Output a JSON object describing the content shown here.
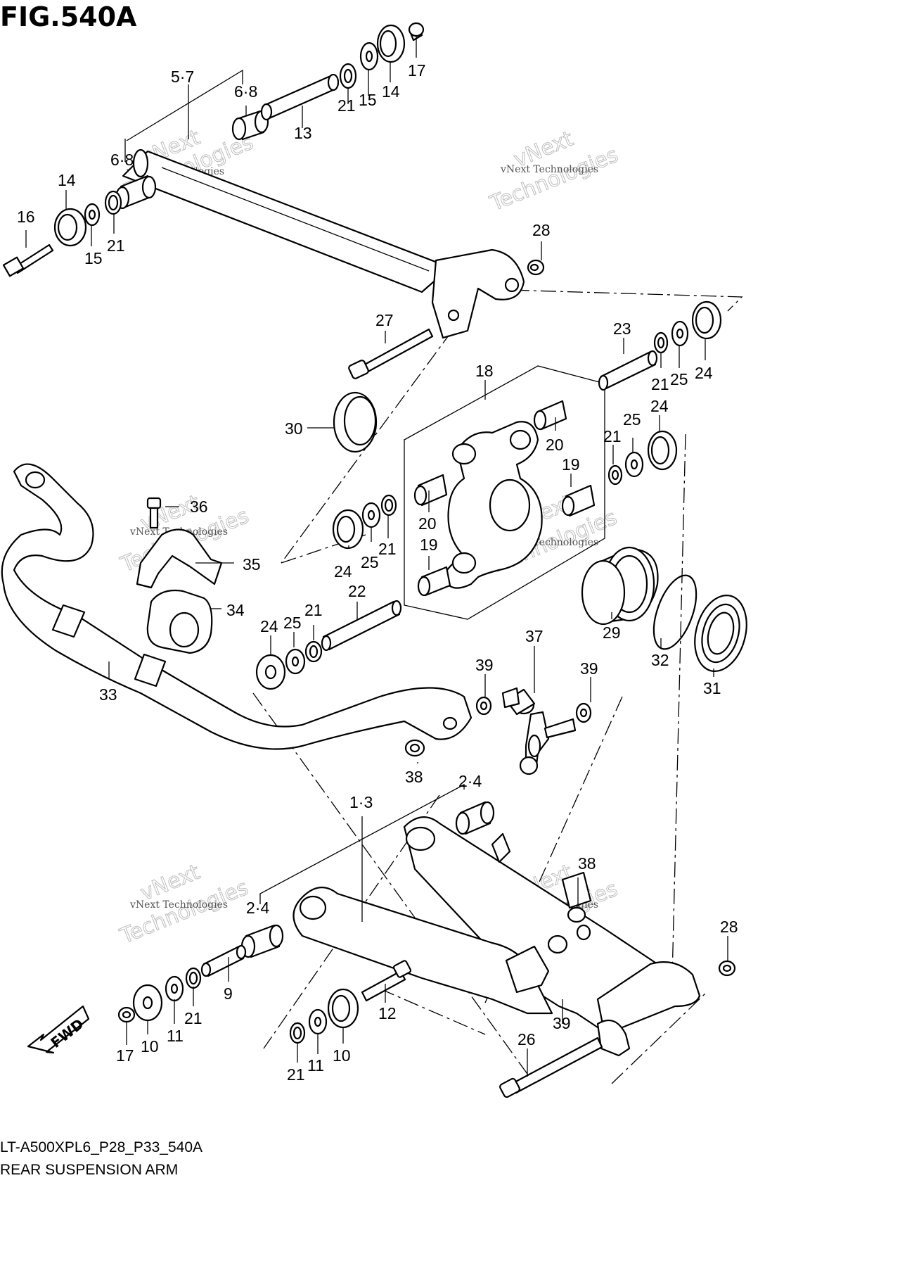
{
  "figure": {
    "title": "FIG.540A",
    "code": "LT-A500XPL6_P28_P33_540A",
    "name": "REAR SUSPENSION ARM"
  },
  "watermark": {
    "company": "vNext Technologies",
    "brand_a": "vNext",
    "brand_b": "Technologies"
  },
  "fwd_label": "FWD",
  "callouts": [
    {
      "id": "c-5-7",
      "text": "5·7"
    },
    {
      "id": "c-6-8-a",
      "text": "6·8"
    },
    {
      "id": "c-6-8-b",
      "text": "6·8"
    },
    {
      "id": "c-13",
      "text": "13"
    },
    {
      "id": "c-21-a",
      "text": "21"
    },
    {
      "id": "c-15-a",
      "text": "15"
    },
    {
      "id": "c-14-a",
      "text": "14"
    },
    {
      "id": "c-17-a",
      "text": "17"
    },
    {
      "id": "c-14-b",
      "text": "14"
    },
    {
      "id": "c-16",
      "text": "16"
    },
    {
      "id": "c-15-b",
      "text": "15"
    },
    {
      "id": "c-21-b",
      "text": "21"
    },
    {
      "id": "c-28-a",
      "text": "28"
    },
    {
      "id": "c-27",
      "text": "27"
    },
    {
      "id": "c-23",
      "text": "23"
    },
    {
      "id": "c-21-c",
      "text": "21"
    },
    {
      "id": "c-25-a",
      "text": "25"
    },
    {
      "id": "c-24-a",
      "text": "24"
    },
    {
      "id": "c-18",
      "text": "18"
    },
    {
      "id": "c-30",
      "text": "30"
    },
    {
      "id": "c-20-a",
      "text": "20"
    },
    {
      "id": "c-21-d",
      "text": "21"
    },
    {
      "id": "c-25-b",
      "text": "25"
    },
    {
      "id": "c-24-b",
      "text": "24"
    },
    {
      "id": "c-19-a",
      "text": "19"
    },
    {
      "id": "c-36",
      "text": "36"
    },
    {
      "id": "c-20-b",
      "text": "20"
    },
    {
      "id": "c-24-c",
      "text": "24"
    },
    {
      "id": "c-25-c",
      "text": "25"
    },
    {
      "id": "c-21-e",
      "text": "21"
    },
    {
      "id": "c-19-b",
      "text": "19"
    },
    {
      "id": "c-35",
      "text": "35"
    },
    {
      "id": "c-22",
      "text": "22"
    },
    {
      "id": "c-34",
      "text": "34"
    },
    {
      "id": "c-29",
      "text": "29"
    },
    {
      "id": "c-24-d",
      "text": "24"
    },
    {
      "id": "c-25-d",
      "text": "25"
    },
    {
      "id": "c-21-f",
      "text": "21"
    },
    {
      "id": "c-32",
      "text": "32"
    },
    {
      "id": "c-31",
      "text": "31"
    },
    {
      "id": "c-37",
      "text": "37"
    },
    {
      "id": "c-39-a",
      "text": "39"
    },
    {
      "id": "c-39-b",
      "text": "39"
    },
    {
      "id": "c-33",
      "text": "33"
    },
    {
      "id": "c-38-a",
      "text": "38"
    },
    {
      "id": "c-2-4-a",
      "text": "2·4"
    },
    {
      "id": "c-1-3",
      "text": "1·3"
    },
    {
      "id": "c-38-b",
      "text": "38"
    },
    {
      "id": "c-2-4-b",
      "text": "2·4"
    },
    {
      "id": "c-28-b",
      "text": "28"
    },
    {
      "id": "c-9",
      "text": "9"
    },
    {
      "id": "c-12",
      "text": "12"
    },
    {
      "id": "c-39-c",
      "text": "39"
    },
    {
      "id": "c-21-g",
      "text": "21"
    },
    {
      "id": "c-11-a",
      "text": "11"
    },
    {
      "id": "c-10-a",
      "text": "10"
    },
    {
      "id": "c-17-b",
      "text": "17"
    },
    {
      "id": "c-26",
      "text": "26"
    },
    {
      "id": "c-21-h",
      "text": "21"
    },
    {
      "id": "c-11-b",
      "text": "11"
    },
    {
      "id": "c-10-b",
      "text": "10"
    }
  ]
}
